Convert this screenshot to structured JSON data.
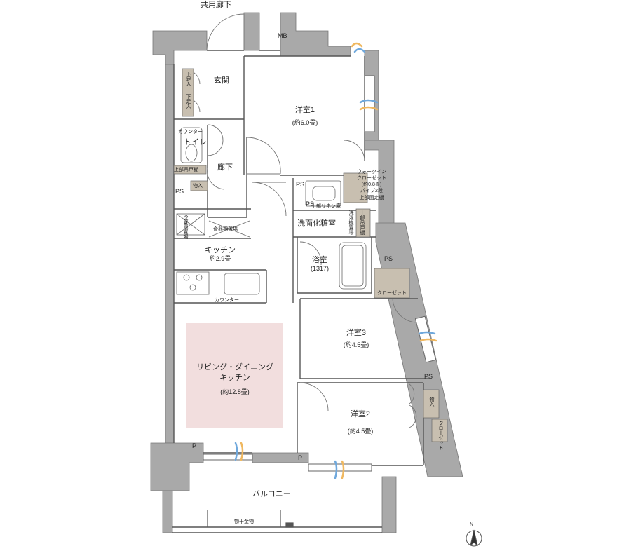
{
  "header": {
    "corridor": "共用廊下"
  },
  "rooms": {
    "entrance": "玄関",
    "bedroom1": {
      "name": "洋室1",
      "size": "(約6.0畳)"
    },
    "toilet": "トイレ",
    "hallway": "廊下",
    "kitchen": {
      "name": "キッチン",
      "size": "約2.9畳"
    },
    "ldk": {
      "line1": "リビング・ダイニング",
      "line2": "キッチン",
      "size": "(約12.8畳)"
    },
    "washroom": "洗面化粧室",
    "bath": {
      "name": "浴室",
      "size": "(1317)"
    },
    "wic": {
      "line1": "ウォークイン",
      "line2": "クローゼット",
      "line3": "(約0.8畳)",
      "line4": "パイプ2段",
      "line5": "上部固定棚"
    },
    "bedroom3": {
      "name": "洋室3",
      "size": "(約4.5畳)"
    },
    "bedroom2": {
      "name": "洋室2",
      "size": "(約4.5畳)"
    },
    "balcony": "バルコニー"
  },
  "fixtures": {
    "mb": "MB",
    "ps": "PS",
    "p": "P",
    "shoe_box_1": "下足入",
    "shoe_box_2": "下足入",
    "toilet_counter": "カウンター",
    "toilet_cabinet": "上部吊戸棚",
    "storage": "物入",
    "fridge": "冷蔵庫置場",
    "dish_shelf": "食器棚置場",
    "kitchen_counter": "カウンター",
    "linen": "上部リネン庫",
    "washer": "洗濯機置場",
    "wash_cabinet": "上部吊戸棚",
    "closet": "クローゼット",
    "storage2": "物入",
    "closet2": "クローゼット",
    "laundry_pole": "物干金物"
  },
  "compass": {
    "north": "N"
  },
  "colors": {
    "wall": "#a9a9a9",
    "ldk_fill": "#f2dede",
    "storage_fill": "#c8bfb0",
    "window_blue": "#6fa8dc",
    "window_orange": "#f0b860"
  }
}
